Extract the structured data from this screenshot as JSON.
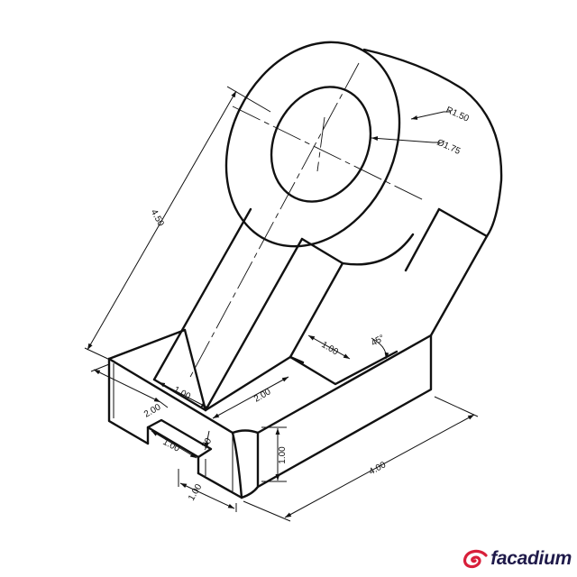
{
  "dimensions": {
    "height_overall": "4.50",
    "outer_radius": "R1.50",
    "hole_diameter": "Ø1.75",
    "web_thickness": "1.00",
    "rib_thickness": "1.00",
    "angle": "45°",
    "base_offset": "2.00",
    "rib_length": "2.00",
    "slot_depth": ".30",
    "slot_width": "1.00",
    "base_height": "1.00",
    "slot_offset": "1.00",
    "base_length": "4.00"
  },
  "brand": {
    "name": "facadium",
    "accent_color": "#d81f3a",
    "text_color": "#1f1a4a"
  }
}
